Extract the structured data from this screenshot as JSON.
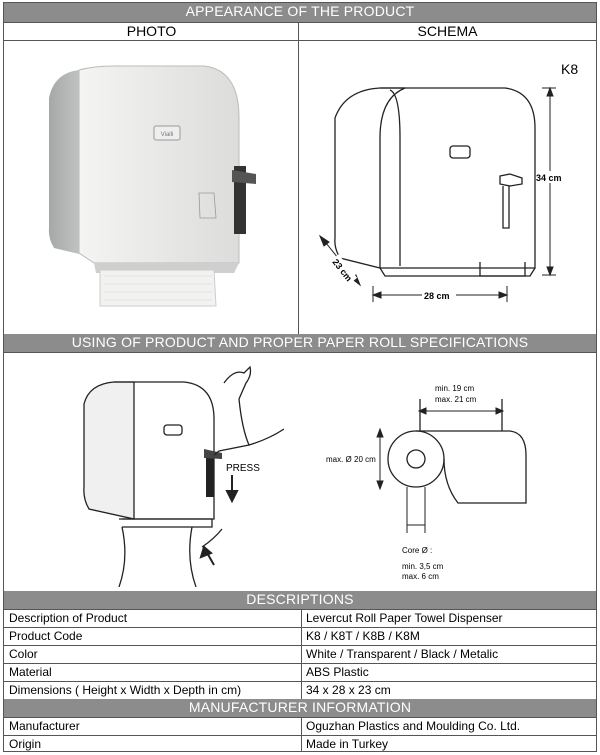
{
  "sections": {
    "appearance": "APPEARANCE OF THE PRODUCT",
    "photo": "PHOTO",
    "schema": "SCHEMA",
    "model": "K8",
    "using": "USING OF PRODUCT AND PROPER PAPER ROLL SPECIFICATIONS",
    "descriptions": "DESCRIPTIONS",
    "manufacturer_info": "MANUFACTURER INFORMATION"
  },
  "schema_dims": {
    "height": "34 cm",
    "width": "28 cm",
    "depth": "23 cm"
  },
  "photo_logo": "Vialli",
  "usage": {
    "press": "PRESS",
    "roll_width_min": "min.  19 cm",
    "roll_width_max": "max. 21 cm",
    "roll_diameter": "max. Ø 20 cm",
    "core_title": "Core Ø :",
    "core_min": "min.  3,5 cm",
    "core_max": "max. 6 cm"
  },
  "descriptions": [
    {
      "label": "Description of Product",
      "value": "Levercut Roll Paper Towel Dispenser"
    },
    {
      "label": "Product Code",
      "value": "K8 / K8T / K8B / K8M"
    },
    {
      "label": "Color",
      "value": "White / Transparent / Black / Metalic"
    },
    {
      "label": "Material",
      "value": "ABS Plastic"
    },
    {
      "label": "Dimensions ( Height  x Width x Depth in cm)",
      "value": "34 x 28 x 23 cm"
    }
  ],
  "manufacturer": [
    {
      "label": "Manufacturer",
      "value": "Oguzhan Plastics and Moulding Co. Ltd."
    },
    {
      "label": "Origin",
      "value": "Made in Turkey"
    }
  ]
}
